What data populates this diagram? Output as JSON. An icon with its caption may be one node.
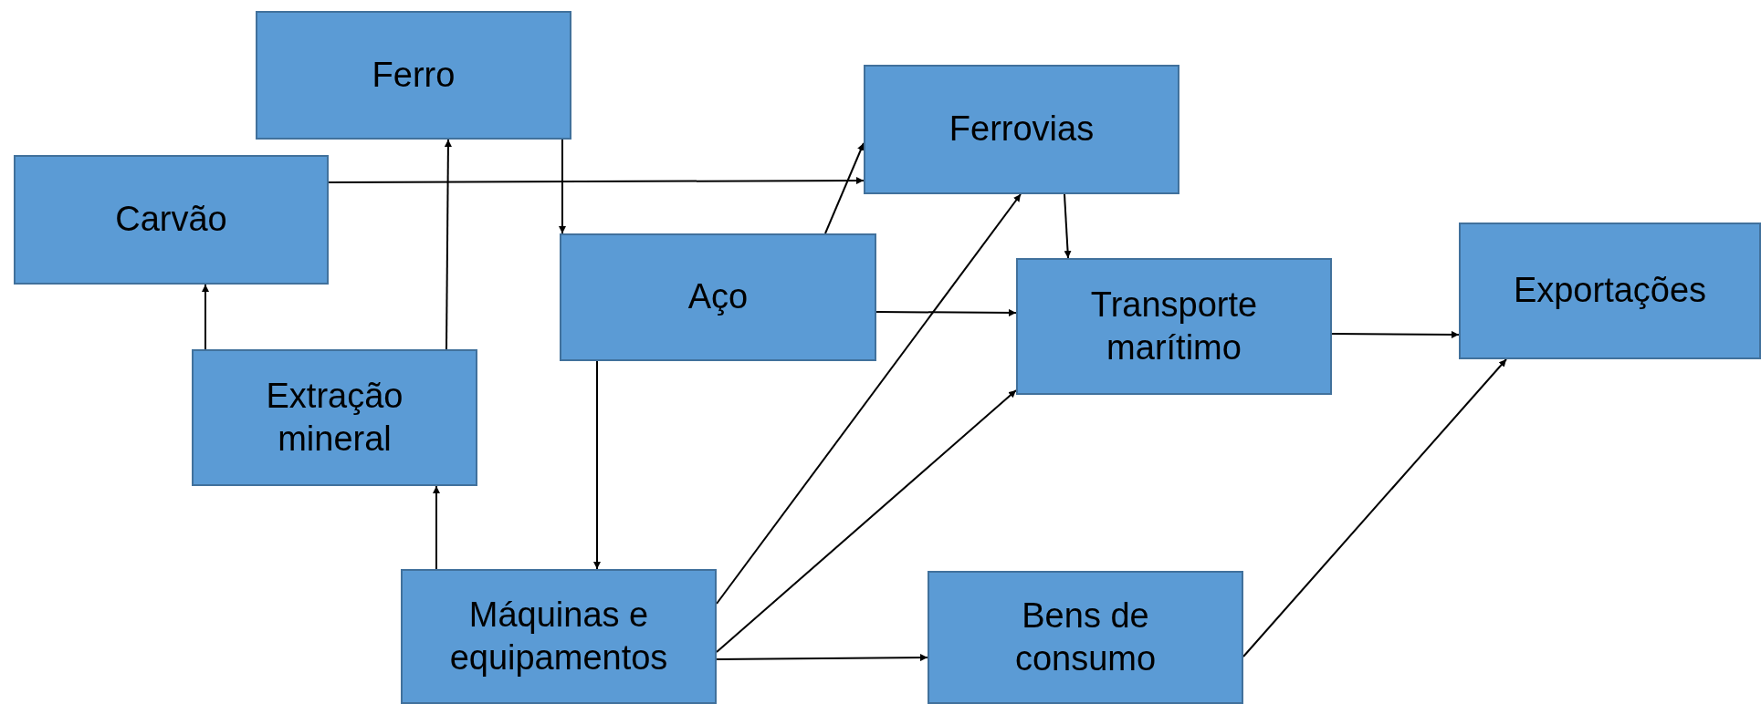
{
  "diagram": {
    "nodes": [
      {
        "text": [
          "Ferro"
        ]
      },
      {
        "text": [
          "Ferrovias"
        ]
      },
      {
        "text": [
          "Carvão"
        ]
      },
      {
        "text": [
          "Aço"
        ]
      },
      {
        "text": [
          "Transporte marítimo"
        ]
      },
      {
        "text": [
          "Exportações"
        ]
      },
      {
        "text": [
          "Extração mineral"
        ]
      },
      {
        "text": [
          "Máquinas e equipamentos"
        ]
      },
      {
        "text": [
          "Bens de consumo"
        ]
      }
    ],
    "edges": [
      {
        "from": 2,
        "to": 1,
        "arrow": "to"
      },
      {
        "from": 0,
        "to": 3,
        "arrow": "to"
      },
      {
        "from": 3,
        "to": 1,
        "arrow": "to"
      },
      {
        "from": 1,
        "to": 4,
        "arrow": "to"
      },
      {
        "from": 3,
        "to": 4,
        "arrow": "to"
      },
      {
        "from": 4,
        "to": 5,
        "arrow": "to"
      },
      {
        "from": 6,
        "to": 2,
        "arrow": "to"
      },
      {
        "from": 6,
        "to": 0,
        "arrow": "to"
      },
      {
        "from": 3,
        "to": 7,
        "arrow": "to"
      },
      {
        "from": 7,
        "to": 6,
        "arrow": "to"
      },
      {
        "from": 7,
        "to": 1,
        "arrow": "to"
      },
      {
        "from": 7,
        "to": 4,
        "arrow": "to"
      },
      {
        "from": 7,
        "to": 8,
        "arrow": "to"
      },
      {
        "from": 8,
        "to": 5,
        "arrow": "to"
      }
    ]
  }
}
